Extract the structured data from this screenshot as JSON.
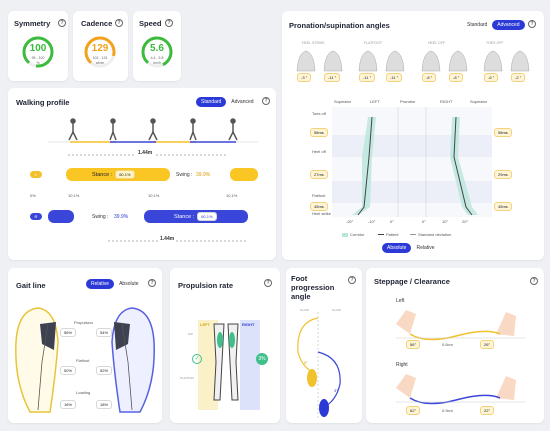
{
  "metrics": {
    "symmetry": {
      "title": "Symmetry",
      "value": "100",
      "range": "95 - 100",
      "unit": "%",
      "color": "#3dbb3d"
    },
    "cadence": {
      "title": "Cadence",
      "value": "129",
      "range": "102 - 124",
      "unit": "s/min",
      "color": "#f2a21d"
    },
    "speed": {
      "title": "Speed",
      "value": "5.6",
      "range": "4.4 - 5.8",
      "unit": "km/h",
      "color": "#3dbb3d"
    }
  },
  "walking": {
    "title": "Walking profile",
    "toggle": [
      "Standard",
      "Advanced"
    ],
    "distance_top": "1.44m",
    "distance_bottom": "1.44m",
    "left": {
      "stance_label": "Stance :",
      "stance_val": "60.1%",
      "swing_label": "Swing :",
      "swing_val": "39.9%"
    },
    "right": {
      "stance_label": "Stance :",
      "stance_val": "60.1%",
      "swing_label": "Swing :",
      "swing_val": "39.9%"
    },
    "percent_left": "0%",
    "double_support": [
      "10.1%",
      "10.1%",
      "10.1%"
    ],
    "foot_left": "L",
    "foot_right": "R"
  },
  "pronation": {
    "title": "Pronation/supination angles",
    "toggle": [
      "Standard",
      "Advanced"
    ],
    "phases": [
      "HEEL STRIKE",
      "FLATFOOT",
      "HEEL OFF",
      "TOES OFF"
    ],
    "angles": [
      "-3 °",
      "-11 °",
      "-11 °",
      "-11 °",
      "-8 °",
      "-8 °",
      "-6 °",
      "-2 °"
    ],
    "axis_labels": {
      "sup_left": "Supinator",
      "left": "LEFT",
      "pronator": "Pronator",
      "right": "RIGHT",
      "sup_right": "Supinator"
    },
    "rows": [
      "Toes off",
      "Heel off",
      "Flatfoot",
      "Heel strike"
    ],
    "left_values": [
      "98ms",
      "27ms",
      "45ms"
    ],
    "right_values": [
      "98ms",
      "29ms",
      "45ms"
    ],
    "x_ticks": [
      "-20°",
      "-10°",
      "0°",
      "0°",
      "10°",
      "20°"
    ],
    "legend": [
      "Corridor",
      "Patient",
      "Standard deviation"
    ],
    "buttons": [
      "Absolute",
      "Relative"
    ]
  },
  "gait": {
    "title": "Gait line",
    "toggle": [
      "Relative",
      "Absolute"
    ],
    "labels": [
      "Propulsion",
      "Flatfoot",
      "Loading"
    ],
    "values": [
      [
        "56%",
        "54%"
      ],
      [
        "50%",
        "52%"
      ],
      [
        "16%",
        "18%"
      ]
    ]
  },
  "propulsion": {
    "title": "Propulsion rate",
    "left": "LEFT",
    "right": "RIGHT",
    "left_val": "0%",
    "right_val": "3%",
    "axis_top": "HIP",
    "axis_bottom": "PLANTAR"
  },
  "foot_prog": {
    "title": "Foot progression angle",
    "labels": [
      "SLOW",
      "SLOW"
    ],
    "left_angle": "5°",
    "right_angle": "3°"
  },
  "steppage": {
    "title": "Steppage / Clearance",
    "left_title": "Left",
    "right_title": "Right",
    "left_values": [
      "56°",
      "0.6cm",
      "26°"
    ],
    "right_values": [
      "62°",
      "0.9cm",
      "22°"
    ]
  }
}
